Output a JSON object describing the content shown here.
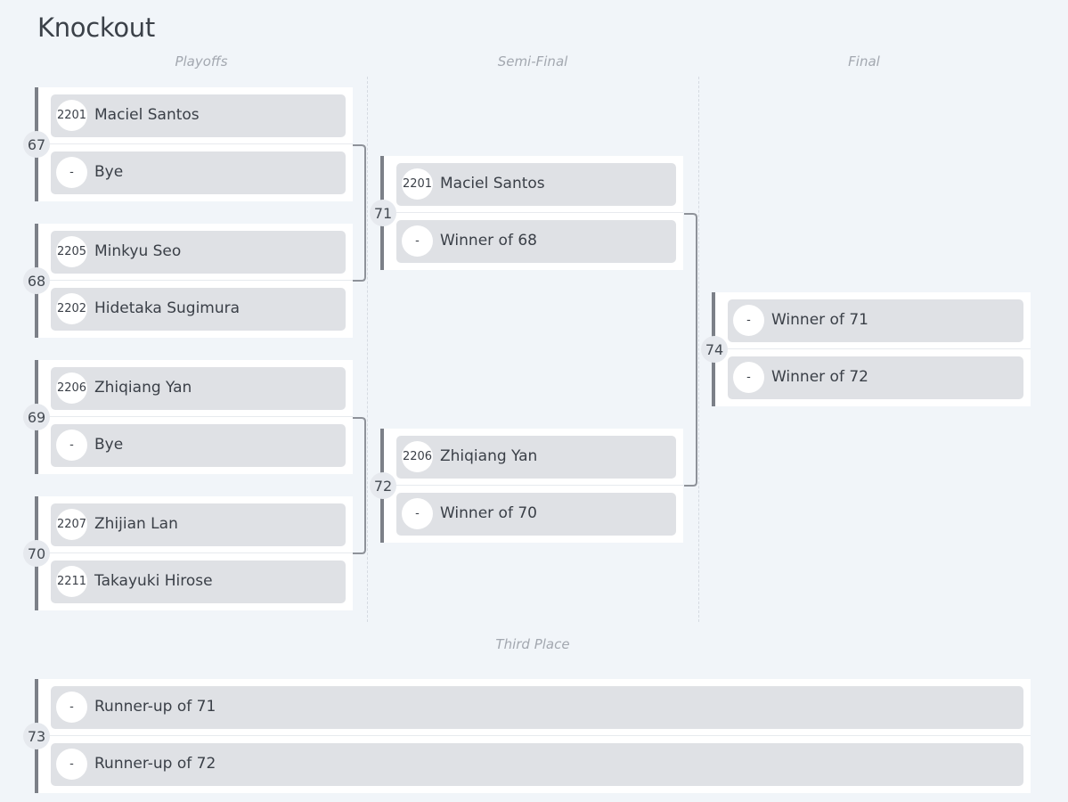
{
  "title": "Knockout",
  "rounds": [
    "Playoffs",
    "Semi-Final",
    "Final"
  ],
  "third_place_label": "Third Place",
  "matches": {
    "m67": {
      "number": "67",
      "slots": [
        {
          "seed": "2201",
          "name": "Maciel Santos"
        },
        {
          "seed": "-",
          "name": "Bye"
        }
      ]
    },
    "m68": {
      "number": "68",
      "slots": [
        {
          "seed": "2205",
          "name": "Minkyu Seo"
        },
        {
          "seed": "2202",
          "name": "Hidetaka Sugimura"
        }
      ]
    },
    "m69": {
      "number": "69",
      "slots": [
        {
          "seed": "2206",
          "name": "Zhiqiang Yan"
        },
        {
          "seed": "-",
          "name": "Bye"
        }
      ]
    },
    "m70": {
      "number": "70",
      "slots": [
        {
          "seed": "2207",
          "name": "Zhijian Lan"
        },
        {
          "seed": "2211",
          "name": "Takayuki Hirose"
        }
      ]
    },
    "m71": {
      "number": "71",
      "slots": [
        {
          "seed": "2201",
          "name": "Maciel Santos"
        },
        {
          "seed": "-",
          "name": "Winner of 68"
        }
      ]
    },
    "m72": {
      "number": "72",
      "slots": [
        {
          "seed": "2206",
          "name": "Zhiqiang Yan"
        },
        {
          "seed": "-",
          "name": "Winner of 70"
        }
      ]
    },
    "m74": {
      "number": "74",
      "slots": [
        {
          "seed": "-",
          "name": "Winner of 71"
        },
        {
          "seed": "-",
          "name": "Winner of 72"
        }
      ]
    },
    "m73": {
      "number": "73",
      "slots": [
        {
          "seed": "-",
          "name": "Runner-up of 71"
        },
        {
          "seed": "-",
          "name": "Runner-up of 72"
        }
      ]
    }
  },
  "colors": {
    "background": "#f1f5f9",
    "slot": "#dfe1e5",
    "accent_bar": "#7c8088",
    "connector": "#8e9299"
  }
}
